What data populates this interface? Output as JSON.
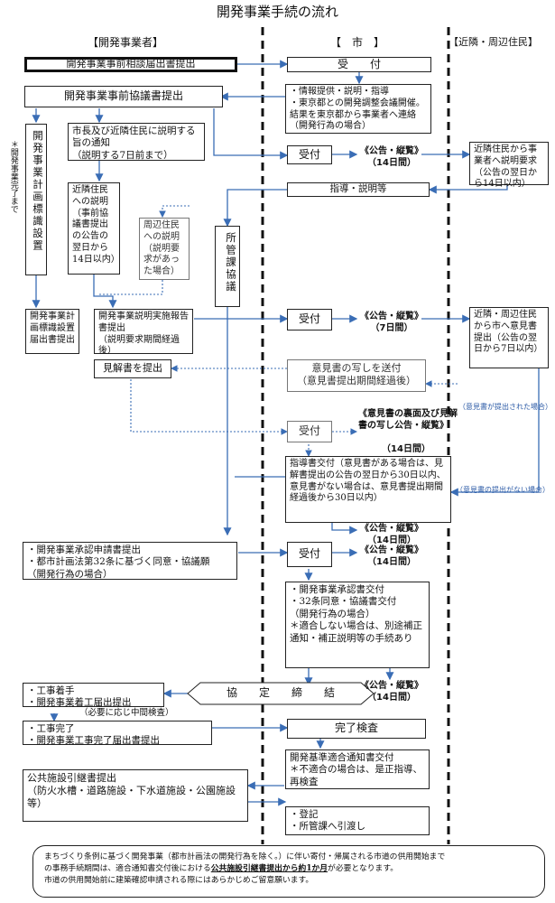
{
  "title": "開発事業手続の流れ",
  "columns": {
    "developer": "【開発事業者】",
    "city": "【　市　】",
    "neighbors": "【近隣・周辺住民】"
  },
  "developer": {
    "prior_consult_notice": "開発事業事前相談届出書提出",
    "prior_discussion": "開発事業事前協議書提出",
    "sign_note": "＊開発事業完了まで",
    "sign_install": "開発事業計画標識設置",
    "mayor_notice": "市長及び近隣住民に説明する旨の通知\n（説明する7日前まで）",
    "neighbor_explain": "近隣住民への説明\n（事前協議書提出の公告の翌日から14日以内）",
    "surrounding_explain": "周辺住民への説明\n（説明要求があった場合）",
    "sign_report": "開発事業計画標識設置届出書提出",
    "explain_report": "開発事業説明実施報告書提出\n（説明要求期間経過後）",
    "opinion_submit": "見解書を提出",
    "approval_apply": "・開発事業承認申請書提出\n・都市計画法第32条に基づく同意・協議願\n（開発行為の場合）",
    "work_start": "・工事着手\n・開発事業着工届出提出",
    "interim_check": "（必要に応じ中間検査）",
    "work_complete": "・工事完了\n・開発事業工事完了届出書提出",
    "public_facility": "公共施設引継書提出\n（防火水槽・道路施設・下水道施設・公園施設等）"
  },
  "city": {
    "reception_first": "受　　付",
    "info_provide": "・情報提供・説明・指導\n・東京都との開発調整会議開催。結果を東京都から事業者へ連絡（開発行為の場合）",
    "reception": "受付",
    "guidance": "指導・説明等",
    "department_discussion": "所管課協議",
    "opinion_copy": "意見書の写しを送付\n（意見書提出期間経過後）",
    "guidance_letter": "指導書交付（意見書がある場合は、見解書提出の公告の翌日から30日以内、意見書がない場合は、意見書提出期間経過後から30日以内）",
    "approval_issue": "・開発事業承認書交付\n・32条同意・協議書交付\n（開発行為の場合）\n＊適合しない場合は、別途補正通知・補正説明等の手続あり",
    "agreement": "協　　定　　締　　結",
    "completion_check": "完了検査",
    "conformity_issue": "開発基準適合通知書交付\n＊不適合の場合は、是正指導、再検査",
    "registration": "・登記\n・所管課へ引渡し"
  },
  "public_notices": {
    "n14_a": "《公告・縦覧》\n（14日間）",
    "n7": "《公告・縦覧》\n（7日間）",
    "opinion_notice": "《意見書の裏面及び見解書の写し公告・縦覧》",
    "n14_b": "（14日間）",
    "n14_c": "《公告・縦覧》\n（14日間）",
    "n14_d": "《公告・縦覧》\n（14日間）",
    "n14_e": "《公告・縦覧》\n（14日間）"
  },
  "neighbors": {
    "explain_request": "近隣住民から事業者へ説明要求\n（公告の翌日から14日以内）",
    "opinion_submit": "近隣・周辺住民から市へ意見書提出（公告の翌日から7日以内）",
    "note_submitted": "（意見書が提出された場合）",
    "note_not_submitted": "（意見書の提出がない場合）"
  },
  "footer": {
    "line1": "まちづくり条例に基づく開発事業（都市計画法の開発行為を除く。）に伴い寄付・帰属される市道の供用開始まで",
    "line2a": "の事務手続期間は、適合通知書交付後における",
    "line2b": "公共施設引継書提出から約1か月",
    "line2c": "が必要となります。",
    "line3": "市道の供用開始前に建築確認申請される際にはあらかじめご留意願います。"
  },
  "colors": {
    "arrow": "#3a6db5",
    "line": "#222222"
  }
}
